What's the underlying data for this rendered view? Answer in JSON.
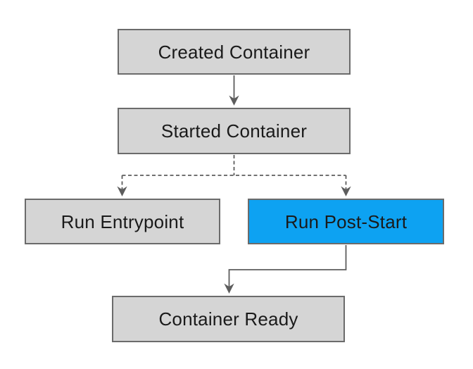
{
  "diagram": {
    "type": "flowchart",
    "background_color": "#ffffff",
    "colors": {
      "node_fill": "#d5d5d5",
      "node_border": "#6b6b6b",
      "highlight_fill": "#0da2f2",
      "text": "#1a1a1a",
      "connector": "#5d5d5d"
    },
    "nodes": [
      {
        "id": "created-container",
        "label": "Created Container",
        "highlighted": false
      },
      {
        "id": "started-container",
        "label": "Started Container",
        "highlighted": false
      },
      {
        "id": "run-entrypoint",
        "label": "Run Entrypoint",
        "highlighted": false
      },
      {
        "id": "run-post-start",
        "label": "Run Post-Start",
        "highlighted": true
      },
      {
        "id": "container-ready",
        "label": "Container Ready",
        "highlighted": false
      }
    ],
    "edges": [
      {
        "from": "created-container",
        "to": "started-container",
        "style": "solid",
        "arrow": true
      },
      {
        "from": "started-container",
        "to": "run-entrypoint",
        "style": "dashed",
        "arrow": true
      },
      {
        "from": "started-container",
        "to": "run-post-start",
        "style": "dashed",
        "arrow": true
      },
      {
        "from": "run-post-start",
        "to": "container-ready",
        "style": "solid",
        "arrow": true
      }
    ]
  }
}
